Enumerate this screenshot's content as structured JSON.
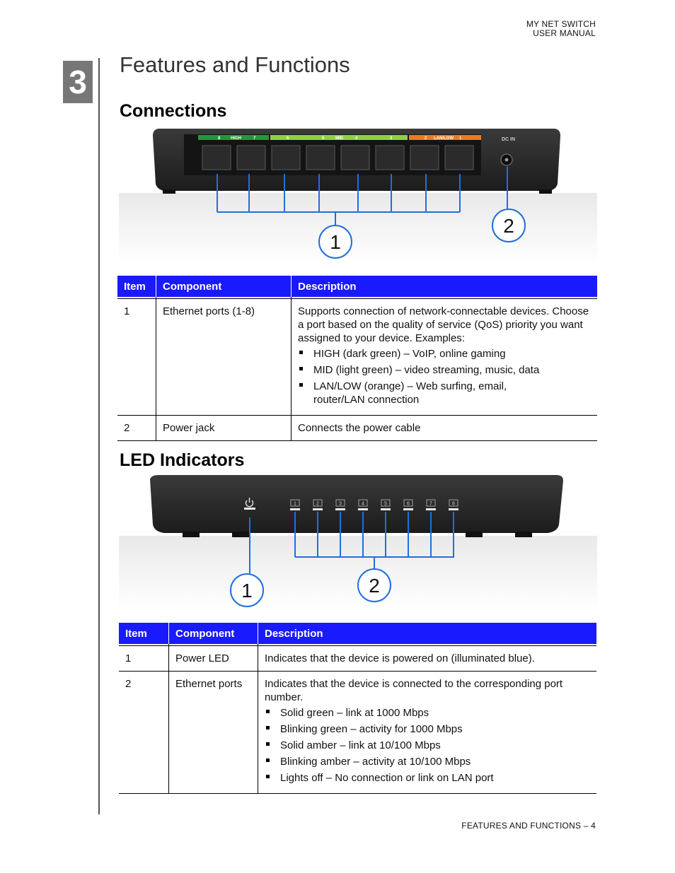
{
  "header": {
    "line1": "MY NET SWITCH",
    "line2": "USER MANUAL"
  },
  "chapter_number": "3",
  "title": "Features and Functions",
  "connections": {
    "heading": "Connections",
    "port_strip": {
      "labels": [
        "8",
        "HIGH",
        "7",
        "6",
        "5",
        "MID",
        "4",
        "3",
        "2",
        "LAN/LOW",
        "1"
      ],
      "dc_label": "DC IN"
    },
    "callouts": [
      "1",
      "2"
    ],
    "table": {
      "headers": [
        "Item",
        "Component",
        "Description"
      ],
      "rows": [
        {
          "item": "1",
          "component": "Ethernet ports (1-8)",
          "description": "Supports connection of network-connectable devices. Choose a port based on the quality of service (QoS) priority you want assigned to your device. Examples:",
          "bullets": [
            "HIGH (dark green) – VoIP, online gaming",
            "MID (light green) – video streaming, music, data",
            "LAN/LOW (orange) – Web surfing, email, router/LAN connection"
          ]
        },
        {
          "item": "2",
          "component": "Power jack",
          "description": "Connects the power cable"
        }
      ]
    }
  },
  "led": {
    "heading": "LED Indicators",
    "port_numbers": [
      "1",
      "2",
      "3",
      "4",
      "5",
      "6",
      "7",
      "8"
    ],
    "callouts": [
      "1",
      "2"
    ],
    "table": {
      "headers": [
        "Item",
        "Component",
        "Description"
      ],
      "rows": [
        {
          "item": "1",
          "component": "Power LED",
          "description": "Indicates that the device is powered on (illuminated blue)."
        },
        {
          "item": "2",
          "component": "Ethernet ports",
          "description": "Indicates that the device is connected to the corresponding port number.",
          "bullets": [
            "Solid green – link at 1000 Mbps",
            "Blinking green – activity for 1000 Mbps",
            "Solid amber – link at 10/100 Mbps",
            "Blinking amber – activity at 10/100 Mbps",
            "Lights off – No connection or link on LAN port"
          ]
        }
      ]
    }
  },
  "footer": {
    "section": "FEATURES AND FUNCTIONS",
    "separator": "–",
    "page": "4"
  },
  "colors": {
    "header_blue": "#1a1aff",
    "callout_blue": "#1f6fe0",
    "high_green": "#1e9a3a",
    "mid_green": "#8fd13f",
    "low_orange": "#ee7a1a"
  }
}
